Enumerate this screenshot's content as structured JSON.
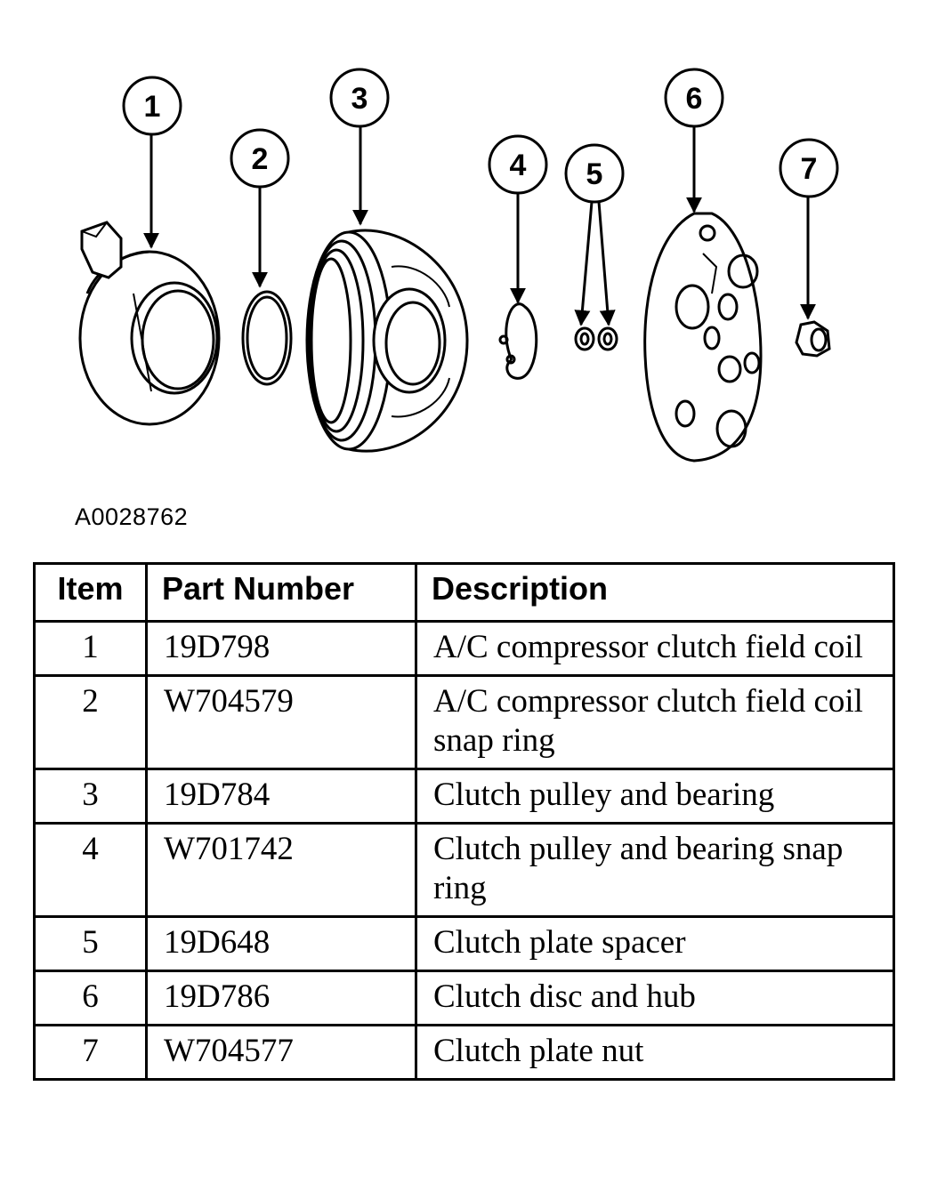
{
  "figure": {
    "id": "A0028762",
    "callouts": [
      "1",
      "2",
      "3",
      "4",
      "5",
      "6",
      "7"
    ]
  },
  "table": {
    "headers": [
      "Item",
      "Part Number",
      "Description"
    ],
    "rows": [
      {
        "item": "1",
        "part_number": "19D798",
        "description": "A/C compressor clutch field coil"
      },
      {
        "item": "2",
        "part_number": "W704579",
        "description": "A/C compressor clutch field coil snap ring"
      },
      {
        "item": "3",
        "part_number": "19D784",
        "description": "Clutch pulley and bearing"
      },
      {
        "item": "4",
        "part_number": "W701742",
        "description": "Clutch pulley and bearing snap ring"
      },
      {
        "item": "5",
        "part_number": "19D648",
        "description": "Clutch plate spacer"
      },
      {
        "item": "6",
        "part_number": "19D786",
        "description": "Clutch disc and hub"
      },
      {
        "item": "7",
        "part_number": "W704577",
        "description": "Clutch plate nut"
      }
    ]
  }
}
